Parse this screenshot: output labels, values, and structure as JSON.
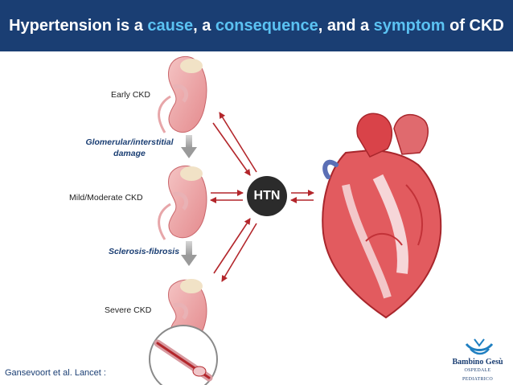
{
  "title": {
    "part1": "Hypertension is a ",
    "cause": "cause",
    "part2": ", a ",
    "consequence": "consequence",
    "part3": ", and a ",
    "symptom": "symptom",
    "part4": " of CKD"
  },
  "stages": {
    "early": "Early CKD",
    "moderate": "Mild/Moderate CKD",
    "severe": "Severe CKD"
  },
  "transitions": {
    "first_line1": "Glomerular/interstitial",
    "first_line2": "damage",
    "second": "Sclerosis-fibrosis"
  },
  "center_node": "HTN",
  "citation": "Gansevoort et al. Lancet :",
  "logo": {
    "name": "Bambino Gesù",
    "subtitle": "OSPEDALE PEDIATRICO"
  },
  "colors": {
    "title_bg": "#1a3e73",
    "accent": "#5bc2f2",
    "arrow": "#b3262b",
    "node": "#2b2b2b"
  }
}
